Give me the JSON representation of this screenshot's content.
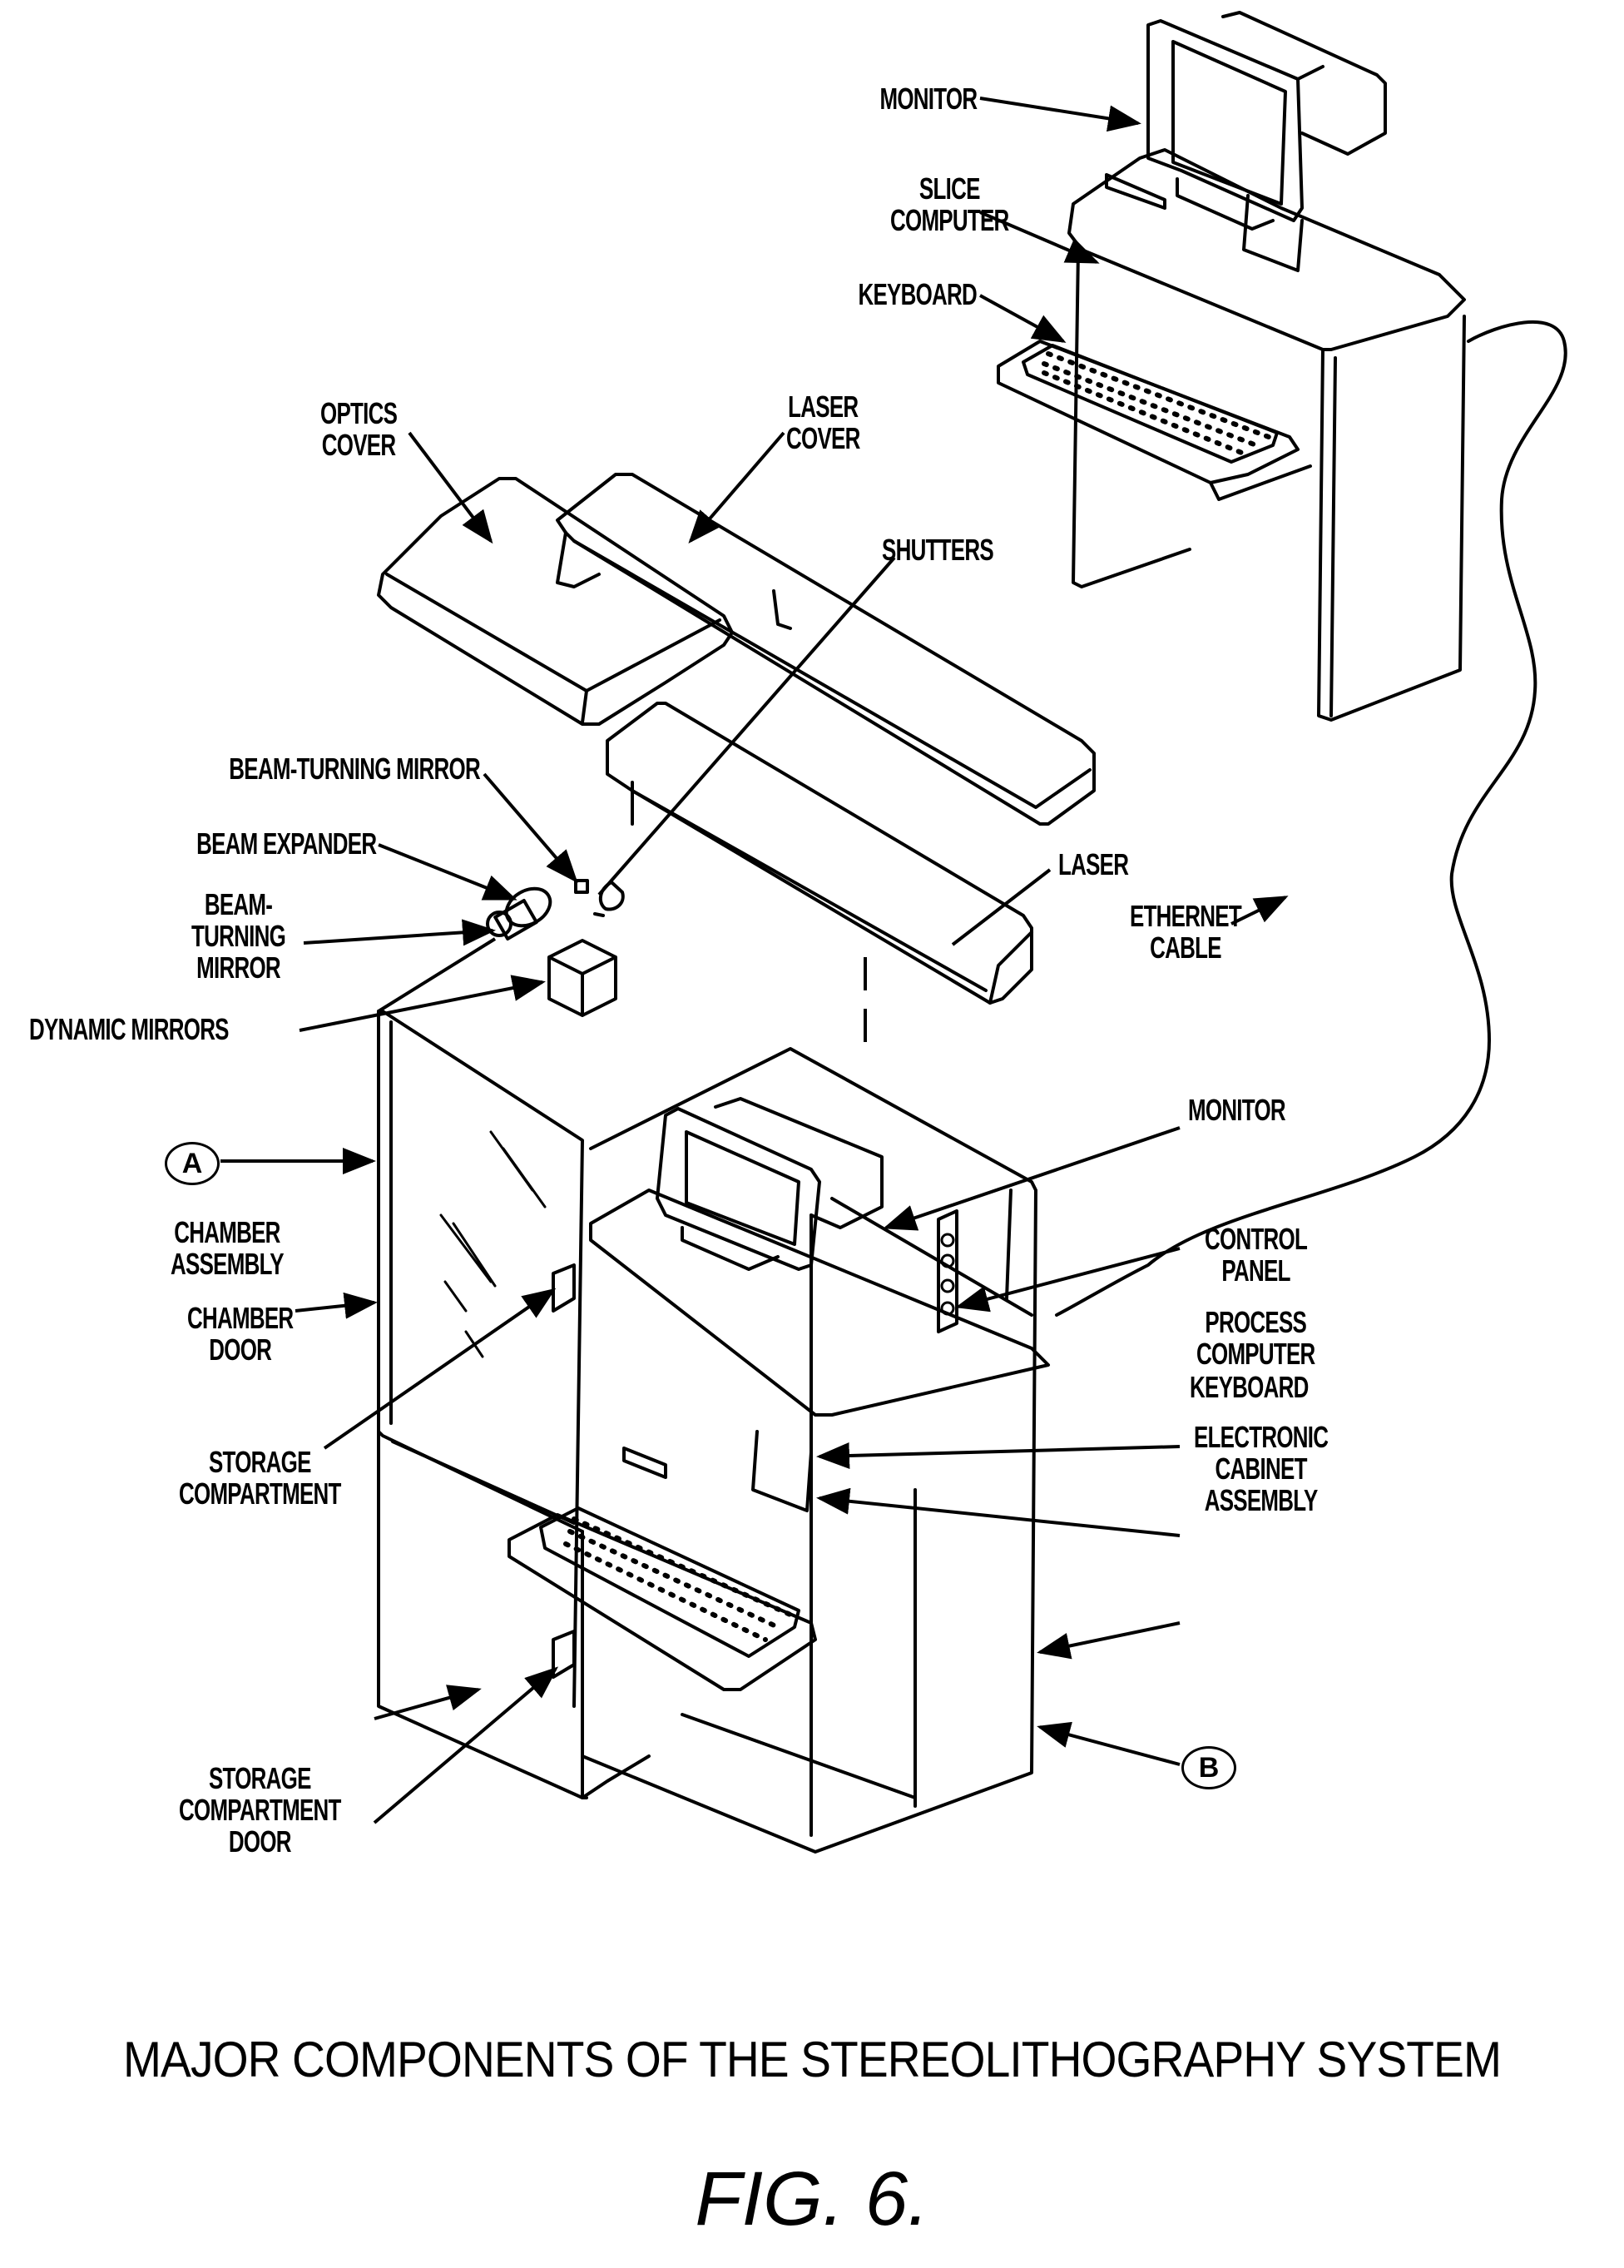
{
  "figure": {
    "caption": "MAJOR COMPONENTS OF THE STEREOLITHOGRAPHY SYSTEM",
    "number": "FIG. 6."
  },
  "labels": {
    "slice_monitor": "MONITOR",
    "slice_computer": "SLICE\nCOMPUTER",
    "slice_keyboard": "KEYBOARD",
    "optics_cover": "OPTICS\nCOVER",
    "laser_cover": "LASER\nCOVER",
    "shutters": "SHUTTERS",
    "beam_turning_mirror_top": "BEAM-TURNING MIRROR",
    "beam_expander": "BEAM EXPANDER",
    "beam_turning_mirror": "BEAM-\nTURNING\nMIRROR",
    "dynamic_mirrors": "DYNAMIC MIRRORS",
    "laser": "LASER",
    "ethernet_cable": "ETHERNET\nCABLE",
    "process_monitor": "MONITOR",
    "control_panel": "CONTROL\nPANEL",
    "process_computer": "PROCESS\nCOMPUTER",
    "process_keyboard": "KEYBOARD",
    "electronic_cabinet_assembly": "ELECTRONIC\nCABINET\nASSEMBLY",
    "chamber_assembly": "CHAMBER\nASSEMBLY",
    "chamber_door": "CHAMBER\nDOOR",
    "storage_compartment": "STORAGE\nCOMPARTMENT",
    "storage_compartment_door": "STORAGE\nCOMPARTMENT\nDOOR"
  },
  "markers": {
    "a": "A",
    "b": "B"
  }
}
